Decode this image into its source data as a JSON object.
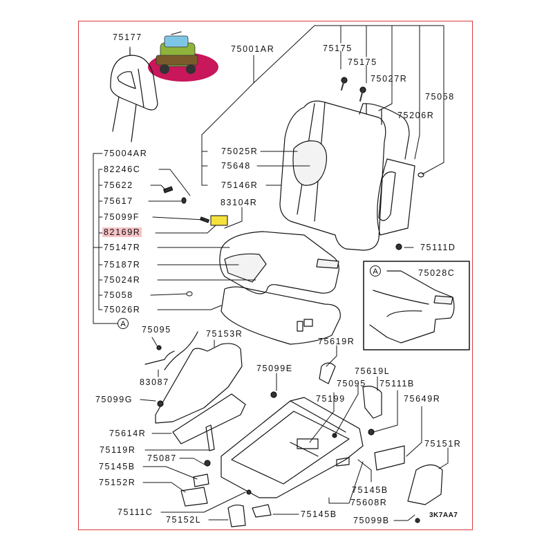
{
  "diagram": {
    "title": "Front Seat (Right) Parts Diagram",
    "diagram_code": "3K7AA7",
    "highlight_color": "#f6c3c6",
    "frame_color": "#d9383c",
    "detail_marker": "A",
    "thumbnail": "vehicle-thumbnail",
    "inset": {
      "marker": "A",
      "part": "75028C"
    },
    "parts": {
      "p75177": "75177",
      "p75001AR": "75001AR",
      "p75175a": "75175",
      "p75175b": "75175",
      "p75027R": "75027R",
      "p75058a": "75058",
      "p75206R": "75206R",
      "p75004AR": "75004AR",
      "p82246C": "82246C",
      "p75622": "75622",
      "p75617": "75617",
      "p75099F": "75099F",
      "p82169R": "82169R",
      "p75147R": "75147R",
      "p75187R": "75187R",
      "p75024R": "75024R",
      "p75058b": "75058",
      "p75026R": "75026R",
      "p75025R": "75025R",
      "p75648": "75648",
      "p75146R": "75146R",
      "p83104R": "83104R",
      "p75111D": "75111D",
      "p75095a": "75095",
      "p75153R": "75153R",
      "p83087": "83087",
      "p75099G": "75099G",
      "p75614R": "75614R",
      "p75119R": "75119R",
      "p75087": "75087",
      "p75145Ba": "75145B",
      "p75152R": "75152R",
      "p75111C": "75111C",
      "p75152L": "75152L",
      "p75145Bb": "75145B",
      "p75619R": "75619R",
      "p75099E": "75099E",
      "p75095b": "75095",
      "p75199": "75199",
      "p75619L": "75619L",
      "p75111B": "75111B",
      "p75649R": "75649R",
      "p75151R": "75151R",
      "p75145Bc": "75145B",
      "p75608R": "75608R",
      "p75099B": "75099B"
    }
  }
}
